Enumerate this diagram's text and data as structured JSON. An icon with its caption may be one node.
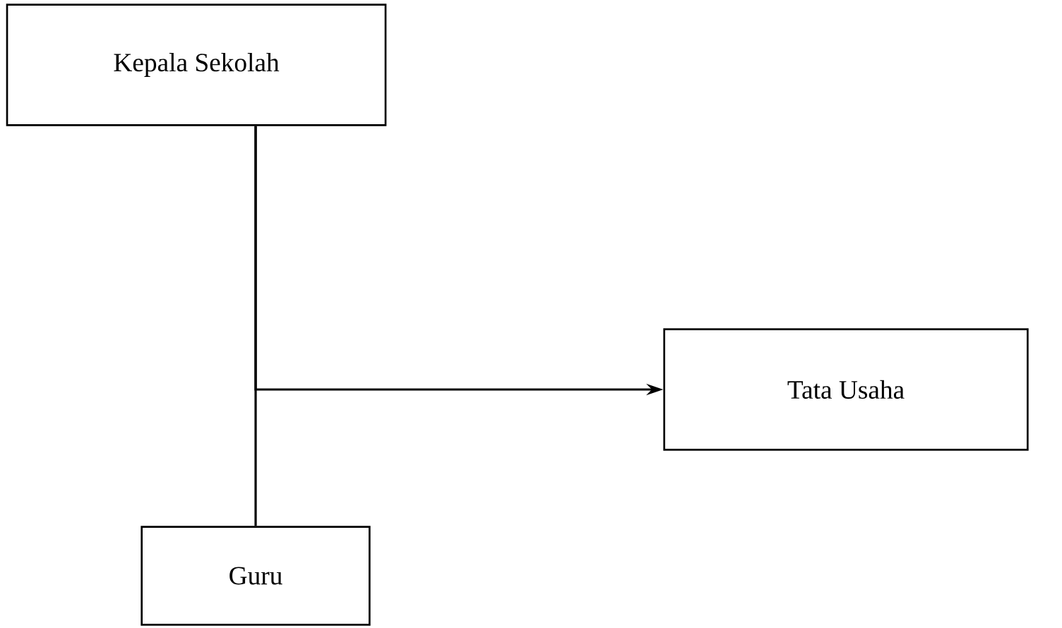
{
  "diagram": {
    "nodes": [
      {
        "text": [
          "Kepala Sekolah"
        ]
      },
      {
        "text": [
          "Tata Usaha"
        ]
      },
      {
        "text": [
          "Guru"
        ]
      }
    ],
    "edges": [
      {
        "from": 0,
        "to": 1,
        "arrow": "to"
      },
      {
        "from": 0,
        "to": 2,
        "arrow": "none"
      }
    ]
  }
}
